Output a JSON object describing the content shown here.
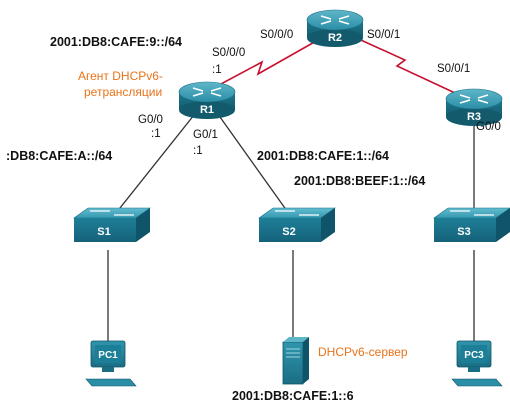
{
  "devices": {
    "r1": "R1",
    "r2": "R2",
    "r3": "R3",
    "s1": "S1",
    "s2": "S2",
    "s3": "S3",
    "pc1": "PC1",
    "pc3": "PC3"
  },
  "interfaces": {
    "r2_s000": "S0/0/0",
    "r2_s001": "S0/0/1",
    "r1_s000": "S0/0/0",
    "r1_s000_host": ":1",
    "r1_g00": "G0/0",
    "r1_g00_host": ":1",
    "r1_g01": "G0/1",
    "r1_g01_host": ":1",
    "r3_s001": "S0/0/1",
    "r3_g00": "G0/0"
  },
  "networks": {
    "r1_r2_link": "2001:DB8:CAFE:9::/64",
    "lan_a": ":DB8:CAFE:A::/64",
    "lan_1": "2001:DB8:CAFE:1::/64",
    "lan_beef": "2001:DB8:BEEF:1::/64",
    "server_addr": "2001:DB8:CAFE:1::6"
  },
  "roles": {
    "relay_line1": "Агент DHCPv6-",
    "relay_line2": "ретрансляции",
    "server": "DHCPv6-сервер"
  },
  "colors": {
    "router_body": "#1d7f96",
    "switch_body": "#1d7f96",
    "serial_link": "#c8102e",
    "ethernet_link": "#333333",
    "accent_text": "#e8731a"
  }
}
